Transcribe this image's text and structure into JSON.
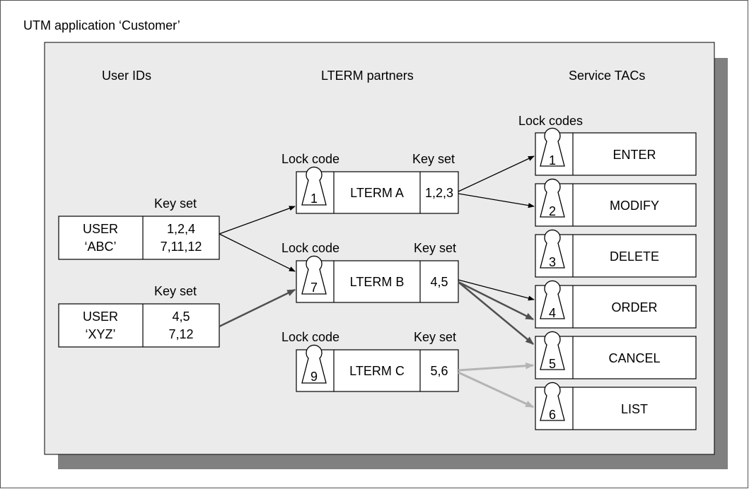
{
  "title": "UTM application ‘Customer’",
  "headers": {
    "user_ids": "User IDs",
    "lterm_partners": "LTERM partners",
    "service_tacs": "Service TACs",
    "lock_codes": "Lock codes"
  },
  "users": [
    {
      "name_line1": "USER",
      "name_line2": "‘ABC’",
      "keyset_label": "Key set",
      "keys_line1": "1,2,4",
      "keys_line2": "7,11,12"
    },
    {
      "name_line1": "USER",
      "name_line2": "‘XYZ’",
      "keyset_label": "Key set",
      "keys_line1": "4,5",
      "keys_line2": "7,12"
    }
  ],
  "lterms": [
    {
      "name": "LTERM A",
      "lock": "1",
      "keys": "1,2,3",
      "lock_label": "Lock code",
      "keyset_label": "Key set"
    },
    {
      "name": "LTERM B",
      "lock": "7",
      "keys": "4,5",
      "lock_label": "Lock code",
      "keyset_label": "Key set"
    },
    {
      "name": "LTERM C",
      "lock": "9",
      "keys": "5,6",
      "lock_label": "Lock code",
      "keyset_label": "Key set"
    }
  ],
  "tacs": [
    {
      "name": "ENTER",
      "lock": "1"
    },
    {
      "name": "MODIFY",
      "lock": "2"
    },
    {
      "name": "DELETE",
      "lock": "3"
    },
    {
      "name": "ORDER",
      "lock": "4"
    },
    {
      "name": "CANCEL",
      "lock": "5"
    },
    {
      "name": "LIST",
      "lock": "6"
    }
  ],
  "colors": {
    "panel": "#ebebeb",
    "shadow": "#808080",
    "box": "#ffffff",
    "arrow_black": "#000000",
    "arrow_dark": "#505050",
    "arrow_light": "#b4b4b4"
  }
}
